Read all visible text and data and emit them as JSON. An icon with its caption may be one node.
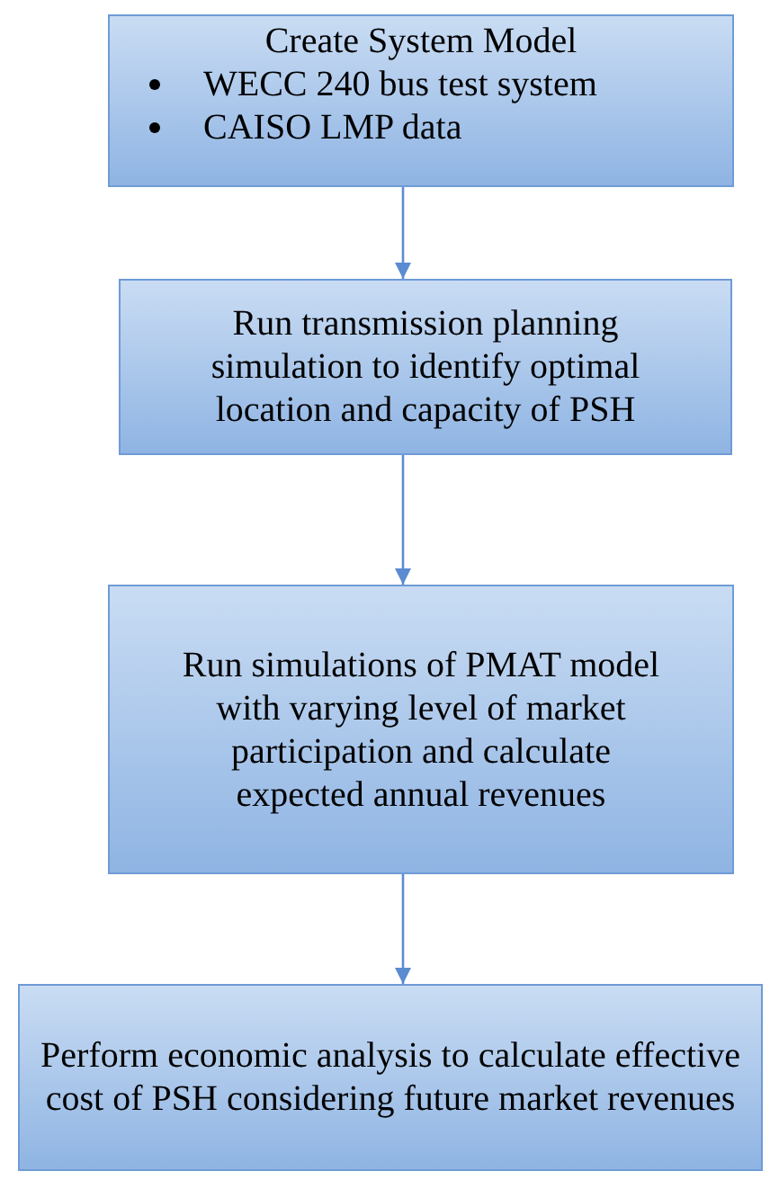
{
  "diagram": {
    "nodes": [
      {
        "text": [
          "Create System Model",
          "WECC 240 bus test system",
          "CAISO LMP data"
        ]
      },
      {
        "text": [
          "Run transmission planning simulation to identify optimal location and capacity of PSH"
        ]
      },
      {
        "text": [
          "Run simulations of PMAT model with varying level of market participation and calculate expected annual revenues"
        ]
      },
      {
        "text": [
          "Perform economic analysis to calculate effective cost of PSH considering future market revenues"
        ]
      }
    ],
    "edges": [
      {
        "from": 0,
        "to": 1,
        "arrow": "to"
      },
      {
        "from": 1,
        "to": 2,
        "arrow": "to"
      },
      {
        "from": 2,
        "to": 3,
        "arrow": "to"
      }
    ]
  }
}
